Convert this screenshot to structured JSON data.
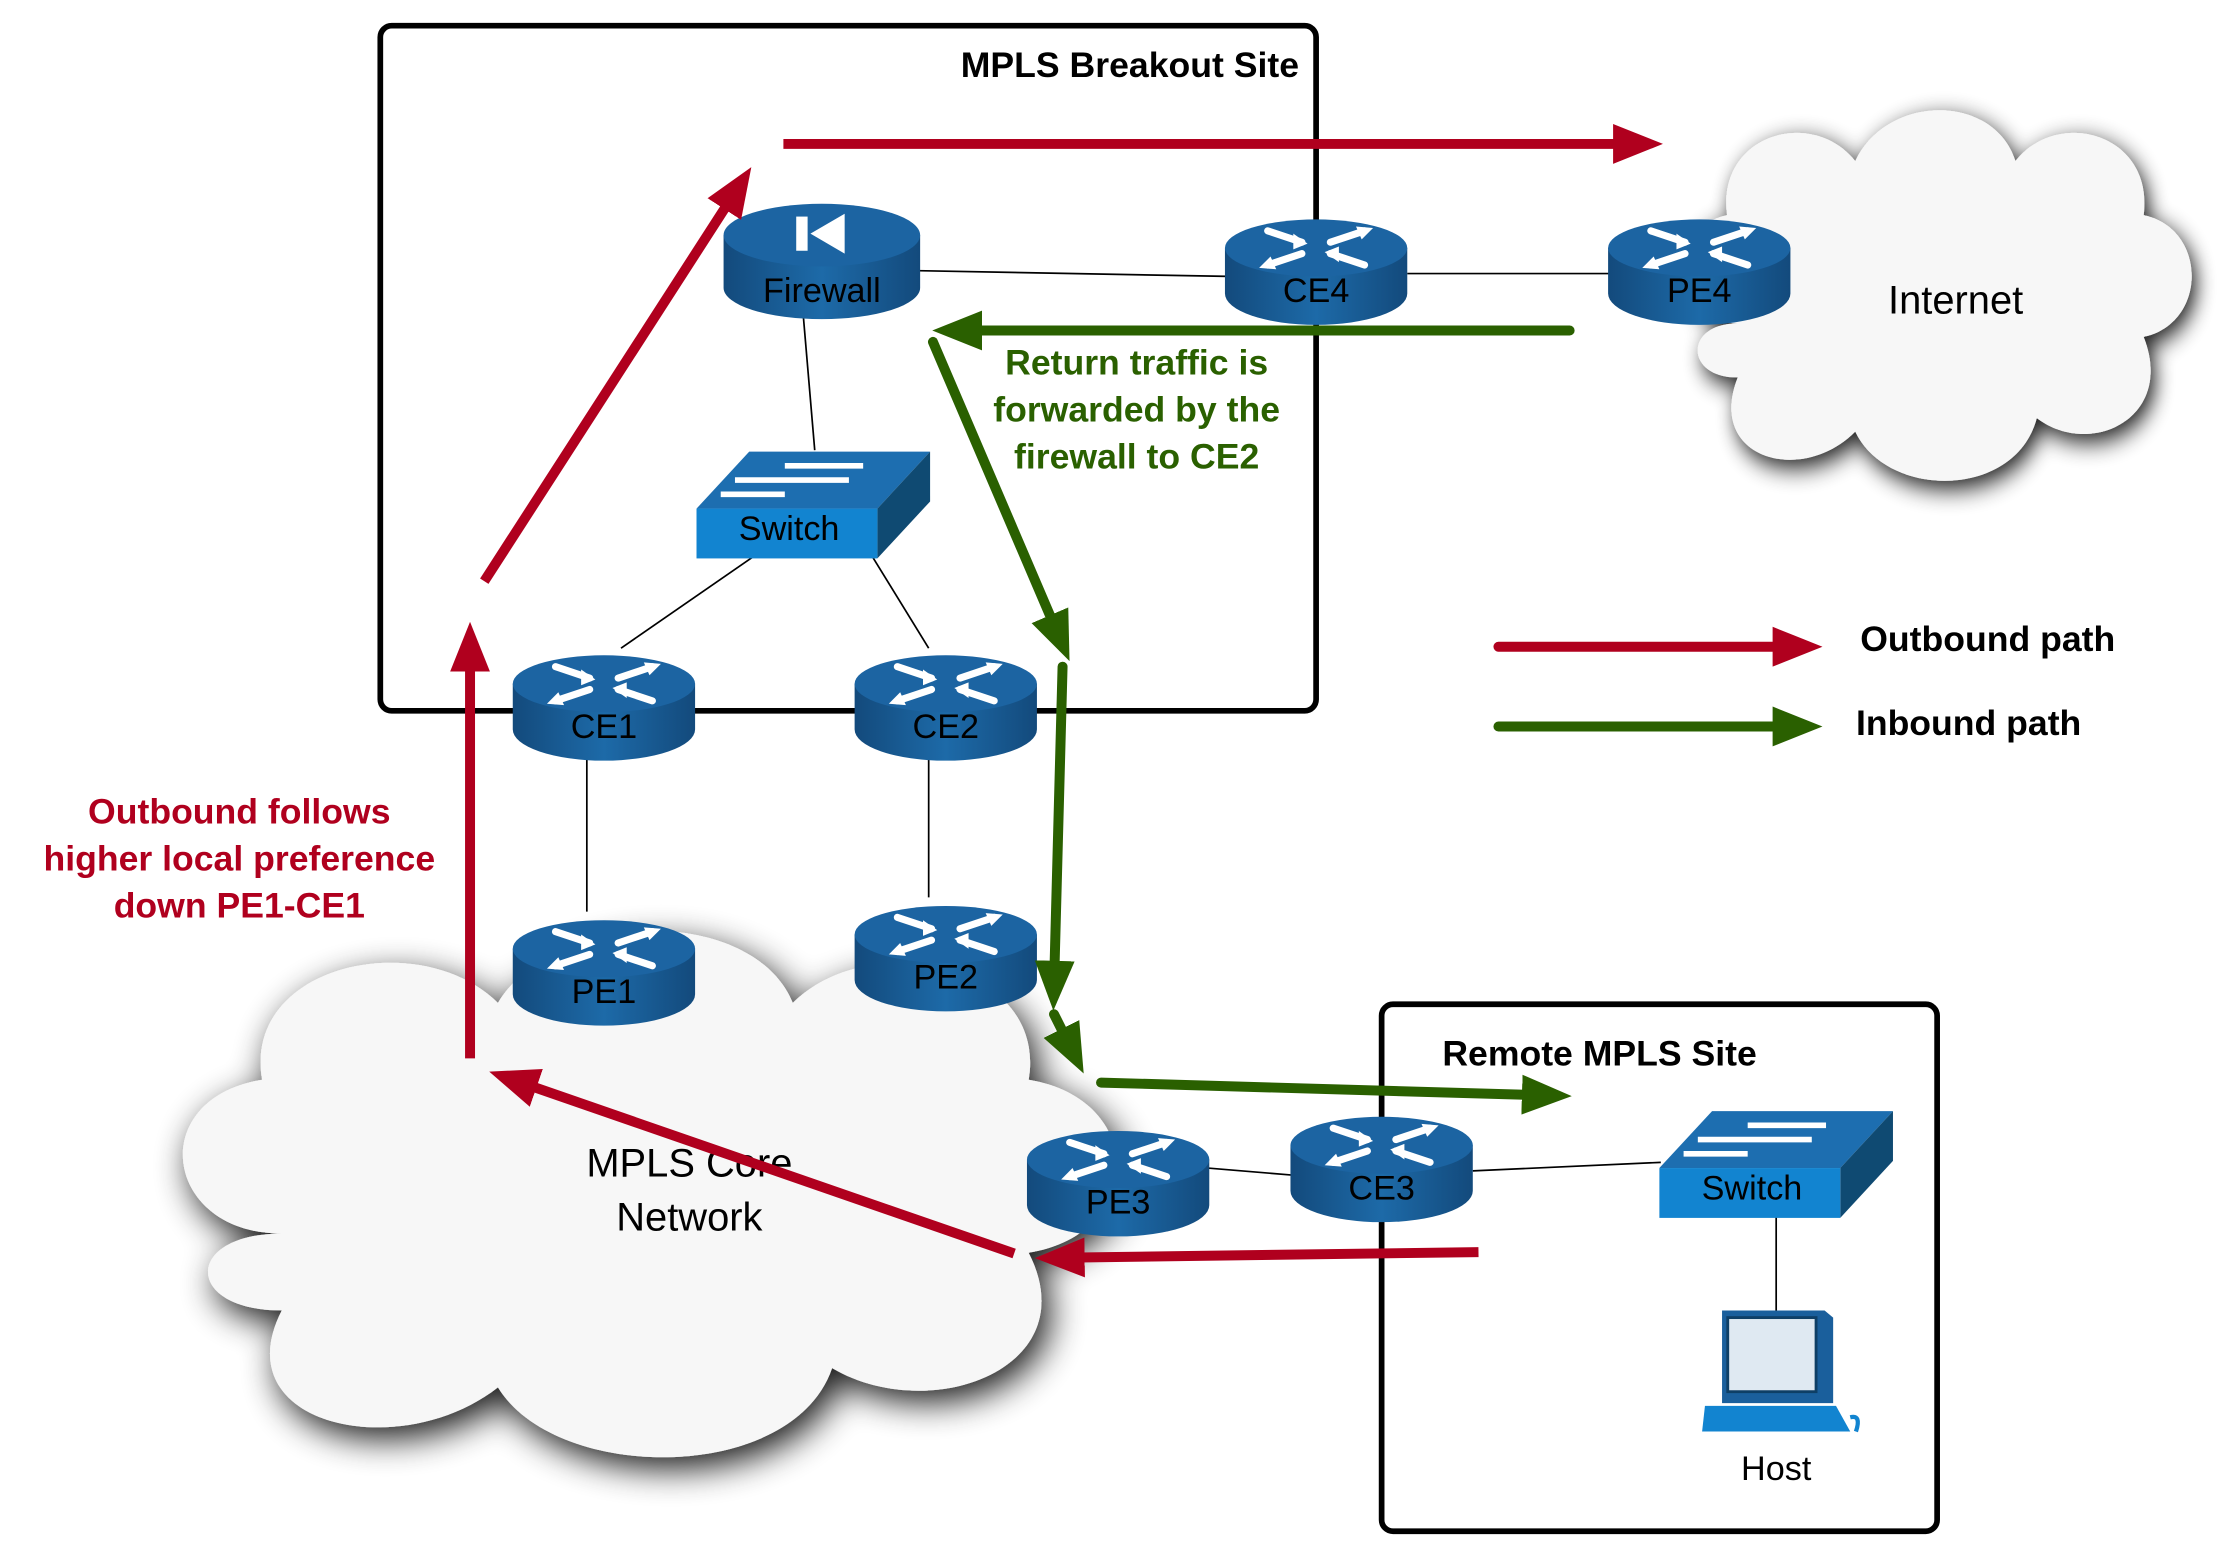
{
  "sites": {
    "breakout_title": "MPLS Breakout Site",
    "remote_title": "Remote MPLS Site",
    "internet": "Internet",
    "mpls_core_line1": "MPLS Core",
    "mpls_core_line2": "Network"
  },
  "devices": {
    "firewall": "Firewall",
    "ce4": "CE4",
    "pe4": "PE4",
    "switch1": "Switch",
    "ce1": "CE1",
    "ce2": "CE2",
    "pe1": "PE1",
    "pe2": "PE2",
    "pe3": "PE3",
    "ce3": "CE3",
    "switch2": "Switch",
    "host": "Host"
  },
  "annotations": {
    "return_line1": "Return traffic is",
    "return_line2": "forwarded by the",
    "return_line3": "firewall to CE2",
    "outbound_line1": "Outbound follows",
    "outbound_line2": "higher local preference",
    "outbound_line3": "down PE1-CE1"
  },
  "legend": {
    "outbound": "Outbound path",
    "inbound": "Inbound path"
  },
  "colors": {
    "outbound": "#b0001e",
    "inbound": "#2a6000",
    "device": "#1a5f9c"
  }
}
